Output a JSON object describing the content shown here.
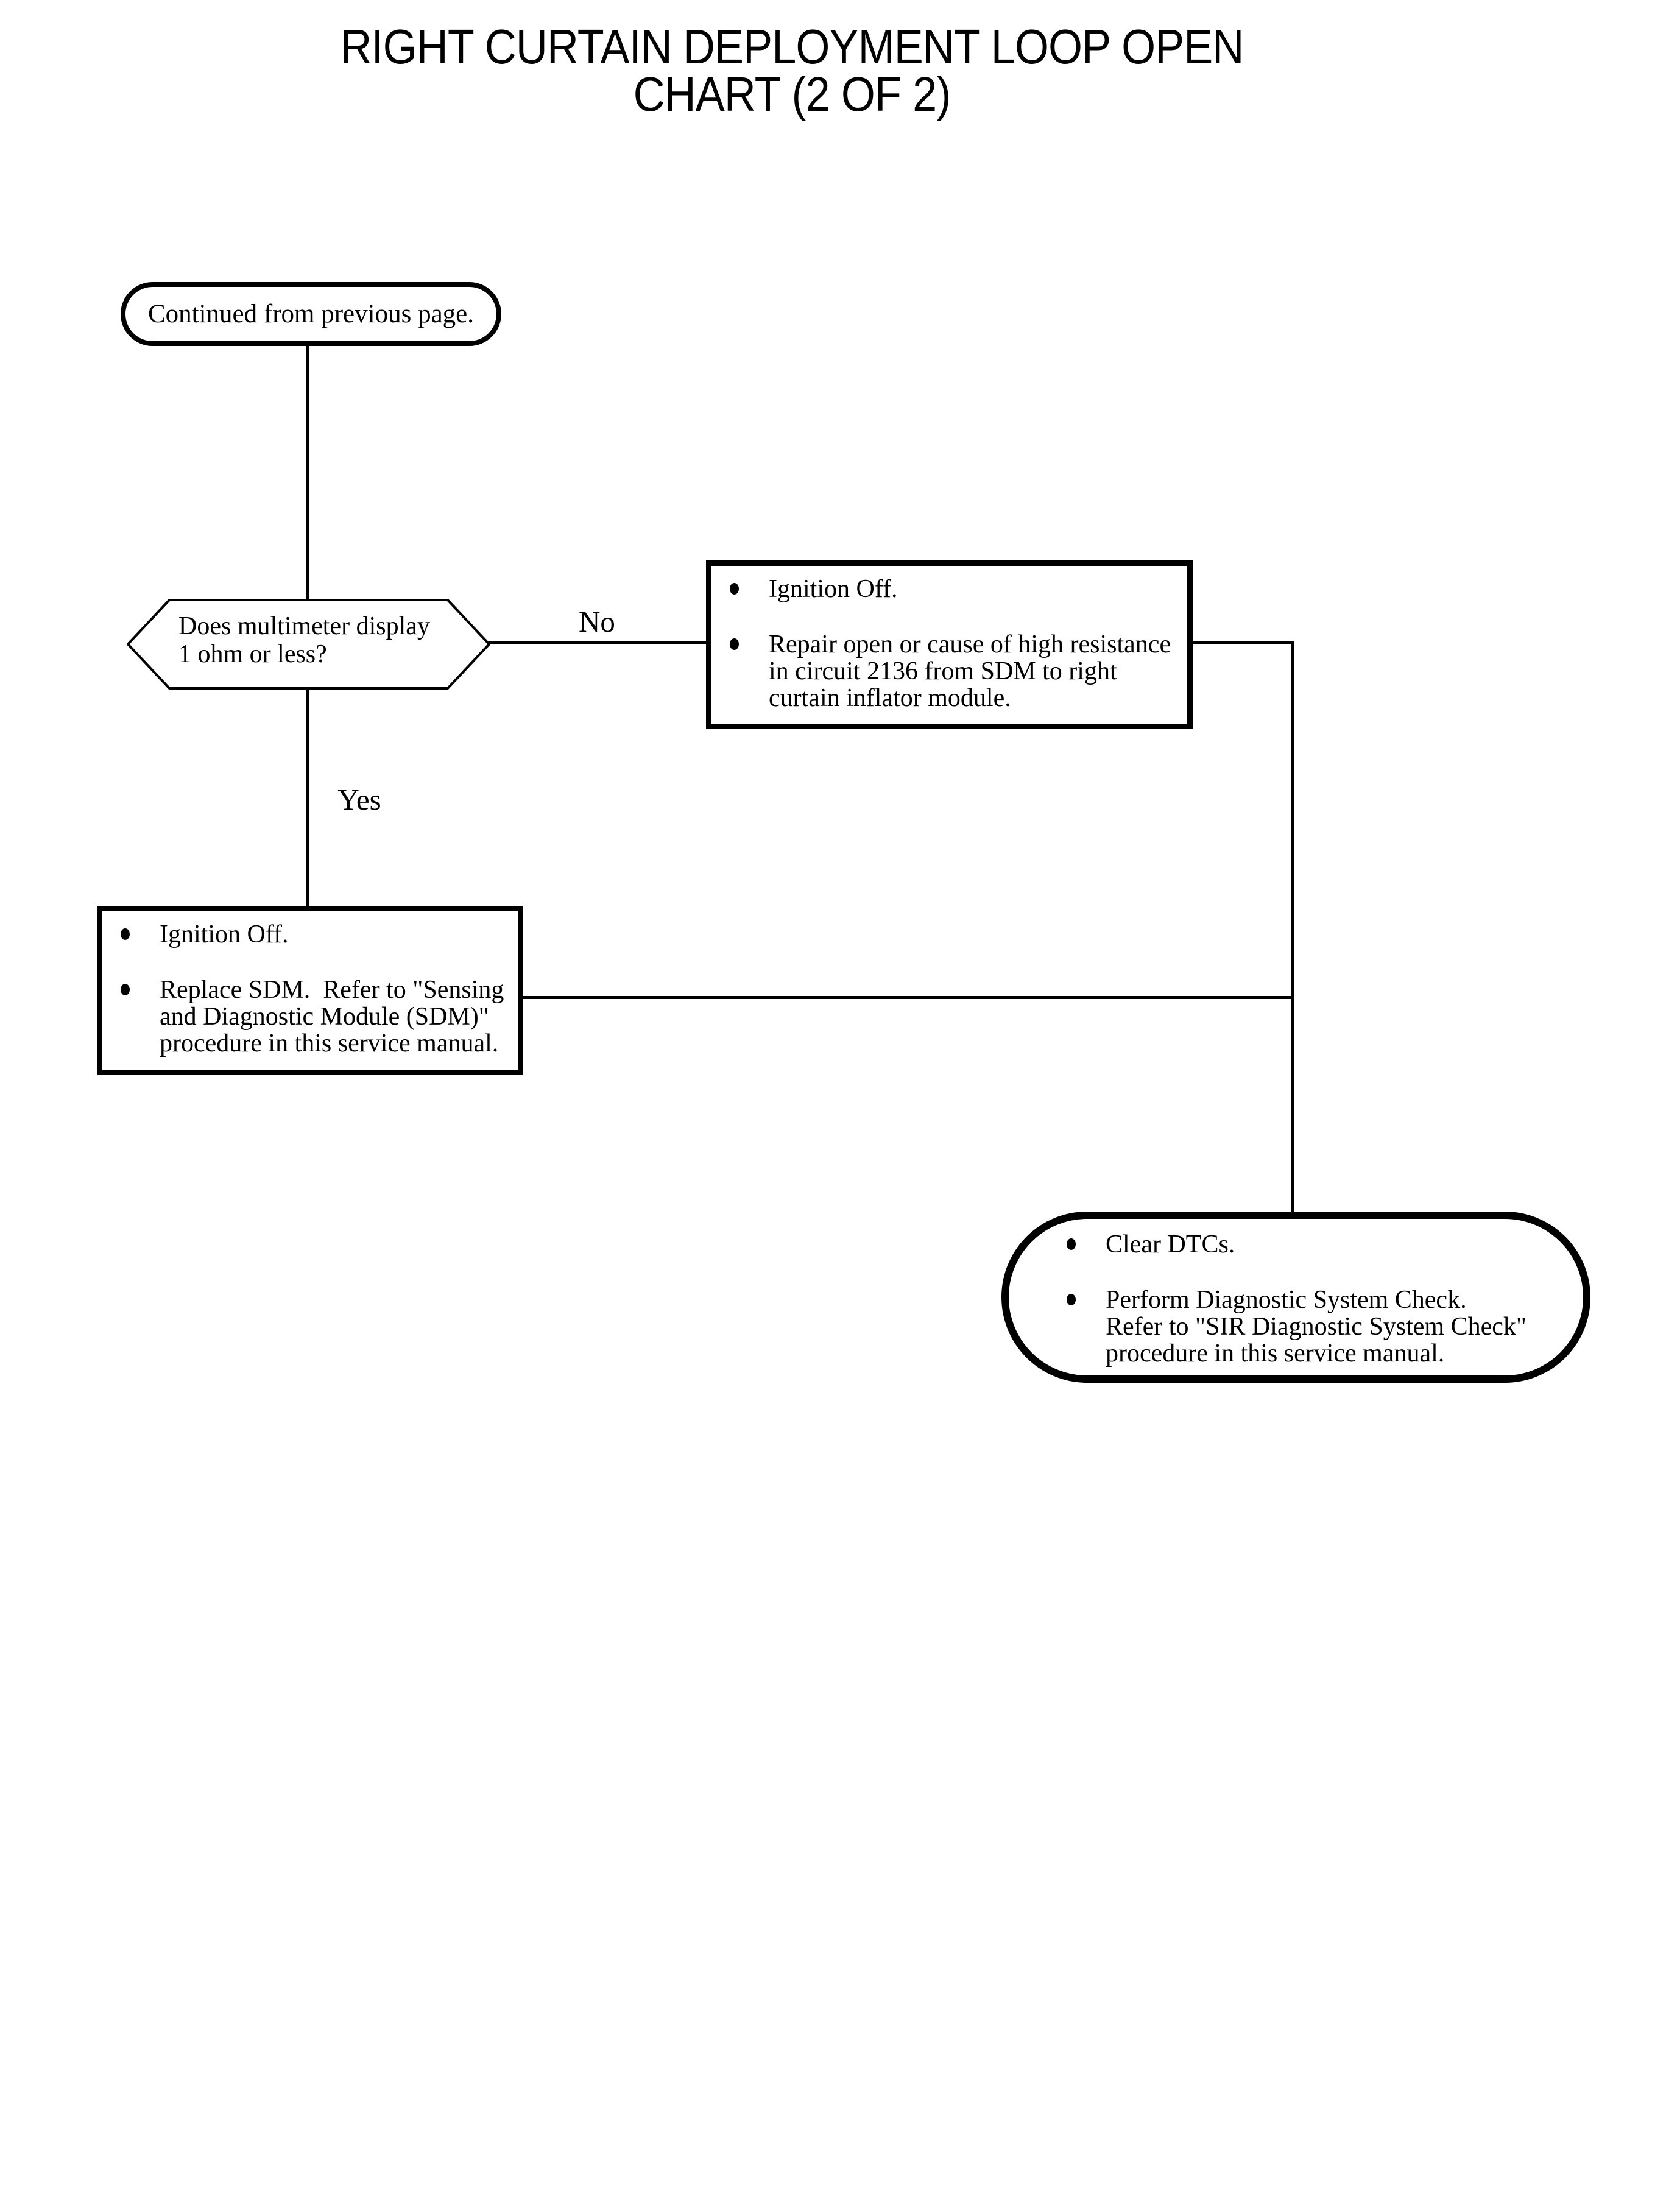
{
  "page": {
    "background_color": "#ffffff",
    "ink_color": "#000000"
  },
  "title": {
    "line1": "RIGHT CURTAIN DEPLOYMENT LOOP OPEN",
    "line2": "CHART (2 OF 2)"
  },
  "flowchart": {
    "start": {
      "label": "Continued from previous page."
    },
    "decision": {
      "lines": [
        "Does multimeter display",
        "1 ohm or less?"
      ]
    },
    "branches": {
      "no": "No",
      "yes": "Yes"
    },
    "no_action": {
      "bullets": [
        {
          "lines": [
            "Ignition Off."
          ]
        },
        {
          "lines": [
            "Repair open or cause of high resistance",
            "in circuit 2136 from SDM to right",
            "curtain inflator module."
          ]
        }
      ]
    },
    "yes_action": {
      "bullets": [
        {
          "lines": [
            "Ignition Off."
          ]
        },
        {
          "lines": [
            "Replace SDM.  Refer to \"Sensing",
            "and Diagnostic Module (SDM)\"",
            "procedure in this service manual."
          ]
        }
      ]
    },
    "end": {
      "bullets": [
        {
          "lines": [
            "Clear DTCs."
          ]
        },
        {
          "lines": [
            "Perform Diagnostic System Check.",
            "Refer to \"SIR Diagnostic System Check\"",
            "procedure in this service manual."
          ]
        }
      ]
    }
  }
}
